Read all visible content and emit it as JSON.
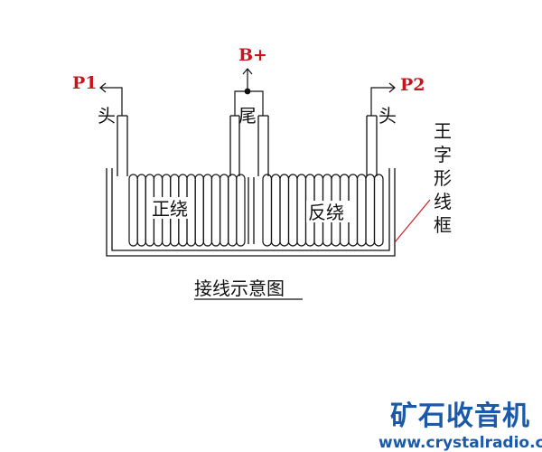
{
  "labels": {
    "p1": "P1",
    "p2": "P2",
    "b_plus": "B+",
    "head_left": "头",
    "tail": "尾",
    "head_right": "头",
    "forward_winding": "正绕",
    "reverse_winding": "反绕",
    "frame_label": [
      "王",
      "字",
      "形",
      "线",
      "框"
    ],
    "caption": "接线示意图"
  },
  "watermark": {
    "title": "矿石收音机",
    "url": "www.crystalradio.cn"
  },
  "colors": {
    "terminal_labels": "#c8141e",
    "leader_line": "#c8141e",
    "watermark": "#1a5aa8",
    "line": "#111111"
  }
}
